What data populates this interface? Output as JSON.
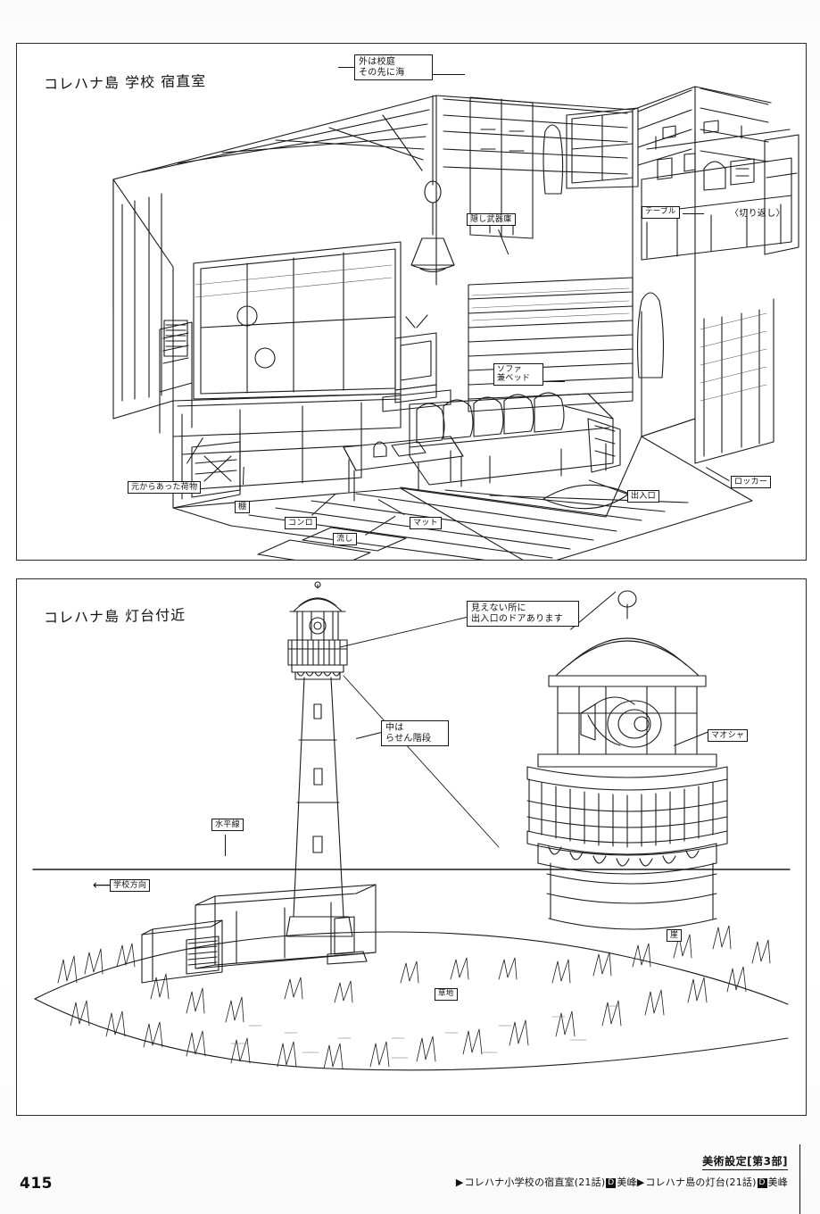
{
  "page": {
    "number": "415",
    "background_color": "#fdfdfd",
    "ink_color": "#151515"
  },
  "footer": {
    "section_label": "美術設定[第3部]",
    "credits": [
      {
        "marker": "▶",
        "title": "コレハナ小学校の宿直室(21話)",
        "badge": "D",
        "studio": "美峰"
      },
      {
        "marker": "▶",
        "title": "コレハナ島の灯台(21話)",
        "badge": "D",
        "studio": "美峰"
      }
    ],
    "credits_text": "▶コレハナ小学校の宿直室(21話) 美峰 ▶コレハナ島の灯台(21話) 美峰"
  },
  "panels": [
    {
      "id": "panel-top",
      "title": "コレハナ島 学校 宿直室",
      "subject": "school-night-duty-room-interior",
      "annotations": [
        {
          "key": "outside_yard",
          "text": "外は校庭\nその先に海"
        },
        {
          "key": "hidden_armory",
          "text": "隠し武器庫"
        },
        {
          "key": "sofa_bed",
          "text": "ソファ\n兼ベッド"
        },
        {
          "key": "table",
          "text": "テーブル"
        },
        {
          "key": "reverse_shot",
          "text": "〈切り返し〉"
        },
        {
          "key": "old_luggage",
          "text": "元からあった荷物"
        },
        {
          "key": "shelf",
          "text": "棚"
        },
        {
          "key": "stove",
          "text": "コンロ"
        },
        {
          "key": "sink",
          "text": "流し"
        },
        {
          "key": "mat",
          "text": "マット"
        },
        {
          "key": "entrance",
          "text": "出入口"
        },
        {
          "key": "locker",
          "text": "ロッカー"
        }
      ]
    },
    {
      "id": "panel-bottom",
      "title": "コレハナ島 灯台付近",
      "subject": "lighthouse-exterior-and-lamp-room-detail",
      "annotations": [
        {
          "key": "hidden_door",
          "text": "見えない所に\n出入口のドアあります"
        },
        {
          "key": "spiral_stairs",
          "text": "中は\nらせん階段"
        },
        {
          "key": "horizon",
          "text": "水平線"
        },
        {
          "key": "to_school",
          "text": "学校方向"
        },
        {
          "key": "lens",
          "text": "マオシャ"
        },
        {
          "key": "cliff",
          "text": "崖"
        },
        {
          "key": "grass",
          "text": "草地"
        }
      ]
    }
  ]
}
